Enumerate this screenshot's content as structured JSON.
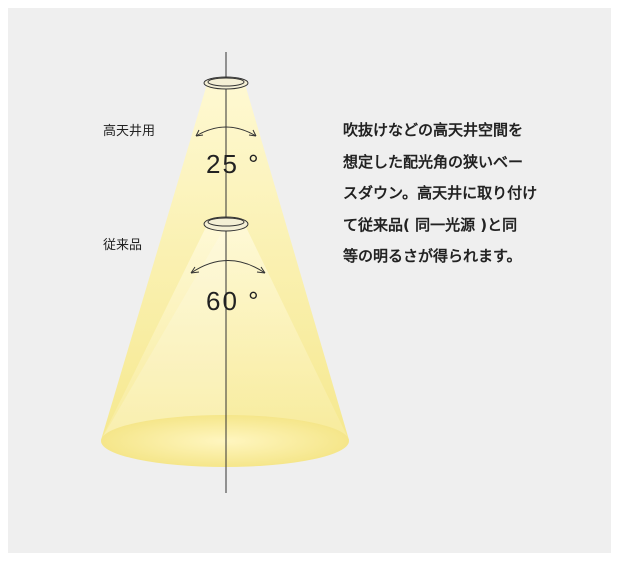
{
  "diagram": {
    "label_high": "高天井用",
    "label_conventional": "従来品",
    "angle_narrow": "25 °",
    "angle_wide": "60 °",
    "description": "吹抜けなどの高天井空間を\n想定した配光角の狭いベー\nスダウン。高天井に取り付け\nて従来品( 同一光源 )と同\n等の明るさが得られます。"
  },
  "colors": {
    "background": "#efefef",
    "light_beam": "#f7ec9a",
    "floor_pool": "#fbf3b2",
    "line": "#333333"
  }
}
